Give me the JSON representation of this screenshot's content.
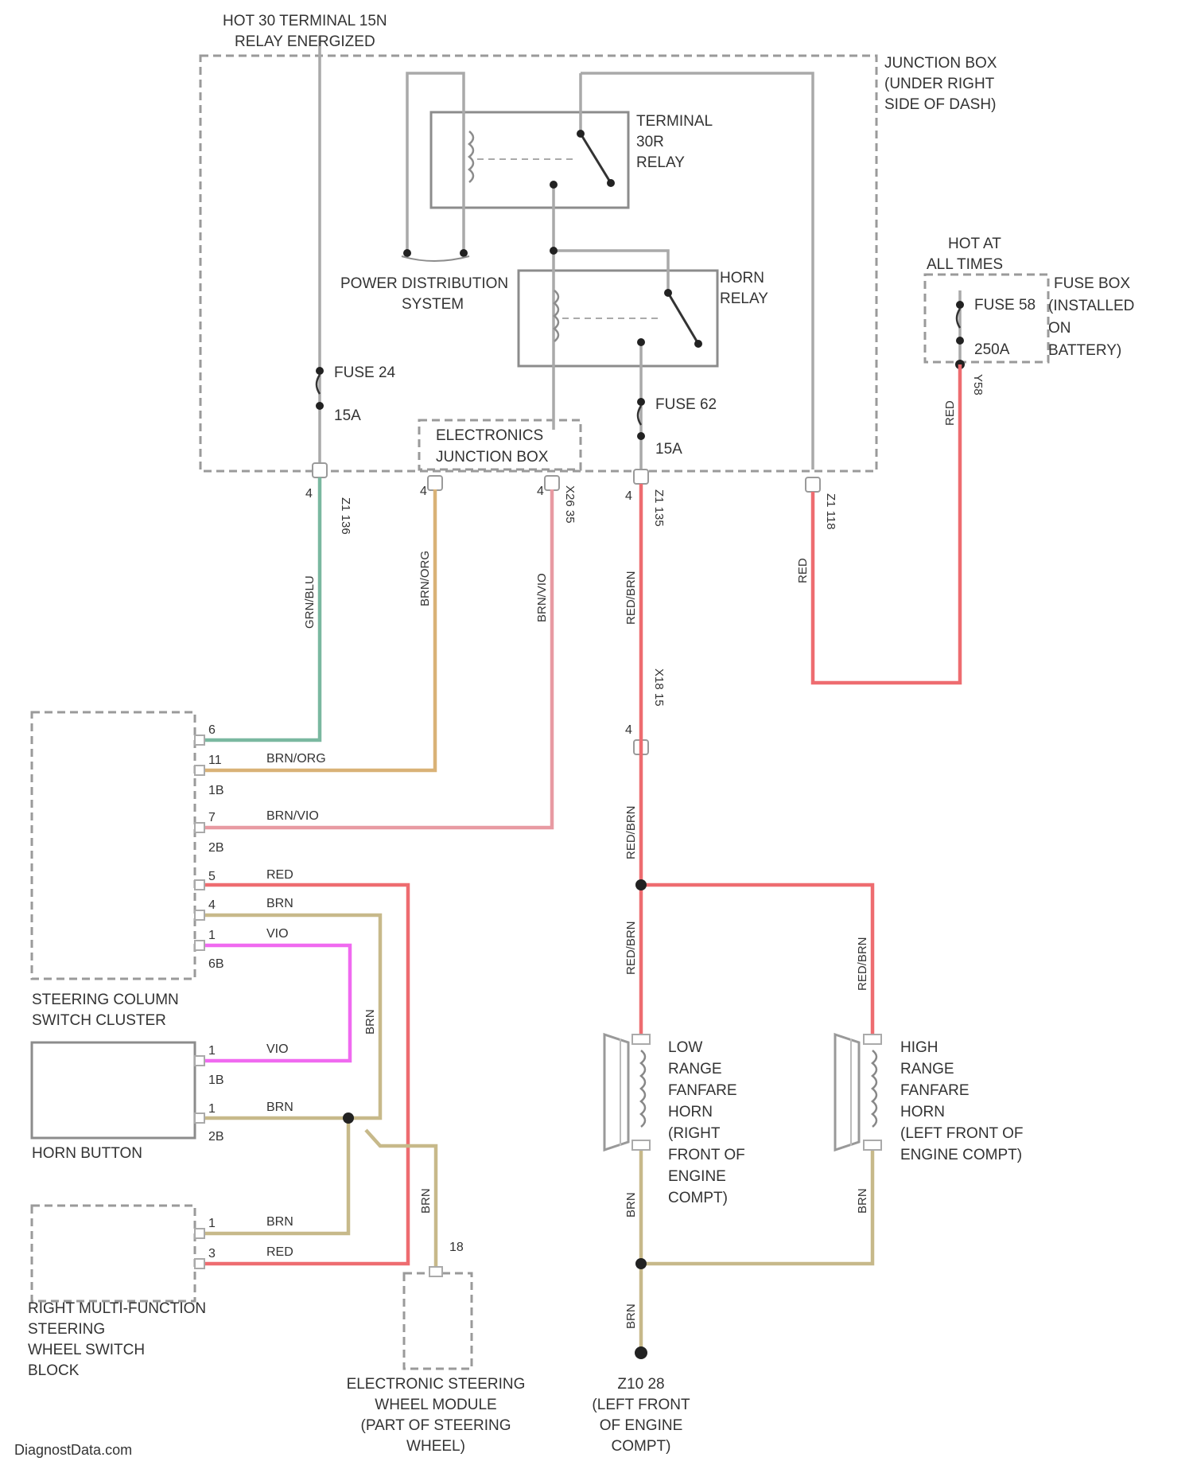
{
  "labels": {
    "hot_30": [
      "HOT 30 TERMINAL 15N",
      "RELAY ENERGIZED"
    ],
    "junction_box": [
      "JUNCTION BOX",
      "(UNDER RIGHT",
      "SIDE OF DASH)"
    ],
    "terminal_30r": [
      "TERMINAL",
      "30R",
      "RELAY"
    ],
    "power_distribution": [
      "POWER DISTRIBUTION",
      "SYSTEM"
    ],
    "horn_relay": [
      "HORN",
      "RELAY"
    ],
    "hot_at_all_times": [
      "HOT AT",
      "ALL TIMES"
    ],
    "fuse_box": [
      "FUSE BOX",
      "(INSTALLED",
      "ON",
      "BATTERY)"
    ],
    "fuse_58": "FUSE 58",
    "fuse_58_rating": "250A",
    "fuse_24": "FUSE 24",
    "fuse_24_rating": "15A",
    "fuse_62": "FUSE 62",
    "fuse_62_rating": "15A",
    "electronics_junction_box": [
      "ELECTRONICS",
      "JUNCTION BOX"
    ],
    "steering_column": [
      "STEERING COLUMN",
      "SWITCH CLUSTER"
    ],
    "horn_button": "HORN BUTTON",
    "right_mfsw": [
      "RIGHT MULTI-FUNCTION",
      "STEERING",
      "WHEEL SWITCH",
      "BLOCK"
    ],
    "esw_module": [
      "ELECTRONIC STEERING",
      "WHEEL MODULE",
      "(PART OF STEERING",
      "WHEEL)"
    ],
    "ground": [
      "Z10 28",
      "(LEFT FRONT",
      "OF ENGINE",
      "COMPT)"
    ],
    "low_horn": [
      "LOW",
      "RANGE",
      "FANFARE",
      "HORN",
      "(RIGHT",
      "FRONT OF",
      "ENGINE",
      "COMPT)"
    ],
    "high_horn": [
      "HIGH",
      "RANGE",
      "FANFARE",
      "HORN",
      "(LEFT FRONT OF",
      "ENGINE COMPT)"
    ],
    "watermark": "DiagnostData.com"
  },
  "wires": {
    "z1_136": "Z1 136",
    "z1_135": "Z1 135",
    "z1_118": "Z1 118",
    "x26_35": "X26 35",
    "x18_15": "X18 15",
    "x18_15_pin": "4",
    "w1_color": "GRN/BLU",
    "w2_color": "BRN/ORG",
    "w3_color": "BRN/VIO",
    "w4_color": "RED/BRN",
    "w5_color": "RED",
    "fuse58_color": "RED",
    "fuse58_id": "Y58",
    "brn": "BRN",
    "red": "RED",
    "vio": "VIO",
    "pin_e1": "4",
    "pin_e2": "4",
    "pin_e3": "4",
    "pin_e4": "4",
    "esw_pin": "18"
  },
  "pins": {
    "sc": [
      {
        "n": "6",
        "label": ""
      },
      {
        "n": "11",
        "label": "BRN/ORG"
      },
      {
        "n": "1B",
        "label": ""
      },
      {
        "n": "7",
        "label": "BRN/VIO"
      },
      {
        "n": "2B",
        "label": ""
      },
      {
        "n": "5",
        "label": "RED"
      },
      {
        "n": "4",
        "label": "BRN"
      },
      {
        "n": "1",
        "label": "VIO"
      },
      {
        "n": "6B",
        "label": ""
      }
    ],
    "hb": [
      {
        "n": "1",
        "label": "VIO"
      },
      {
        "n": "1B",
        "label": ""
      },
      {
        "n": "1",
        "label": "BRN"
      },
      {
        "n": "2B",
        "label": ""
      }
    ],
    "rm": [
      {
        "n": "1",
        "label": "BRN"
      },
      {
        "n": "3",
        "label": "RED"
      }
    ]
  },
  "colors": {
    "red": "#ee6c70",
    "green": "#7ab8a0",
    "orange": "#d9b277",
    "pink": "#e89aa2",
    "tan": "#c7b98a",
    "magenta": "#f06af0",
    "gray": "#a9a9a9"
  }
}
